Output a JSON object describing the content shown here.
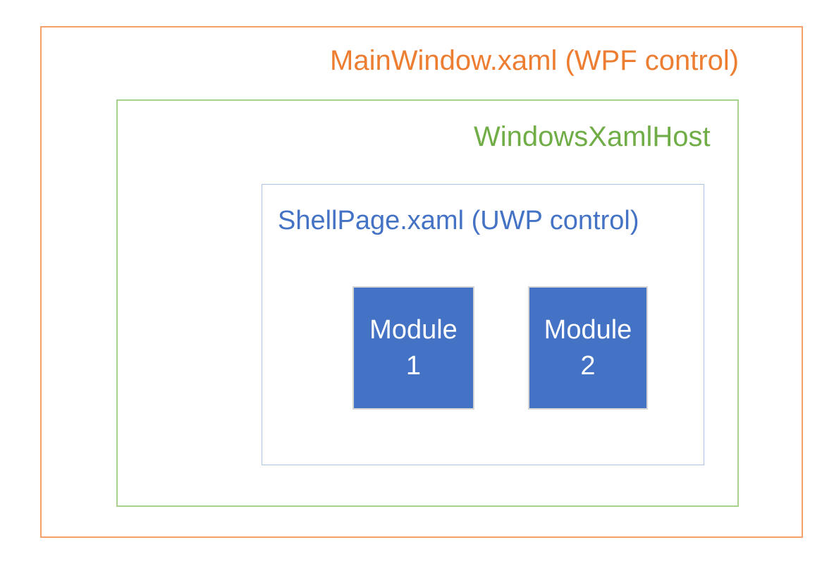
{
  "colors": {
    "background": "#ffffff",
    "outer_border": "#F2A16F",
    "outer_text": "#ED7D31",
    "host_border": "#A9D18E",
    "host_text": "#70AD47",
    "shell_border": "#AEC4E5",
    "shell_text": "#4472C4",
    "module_fill": "#4472C4",
    "module_border": "#D6D6D6",
    "module_text": "#ffffff"
  },
  "diagram": {
    "outer": {
      "label": "MainWindow.xaml (WPF control)"
    },
    "host": {
      "label": "WindowsXamlHost"
    },
    "shell": {
      "label": "ShellPage.xaml (UWP control)"
    },
    "modules": [
      {
        "line1": "Module",
        "line2": "1"
      },
      {
        "line1": "Module",
        "line2": "2"
      }
    ]
  }
}
